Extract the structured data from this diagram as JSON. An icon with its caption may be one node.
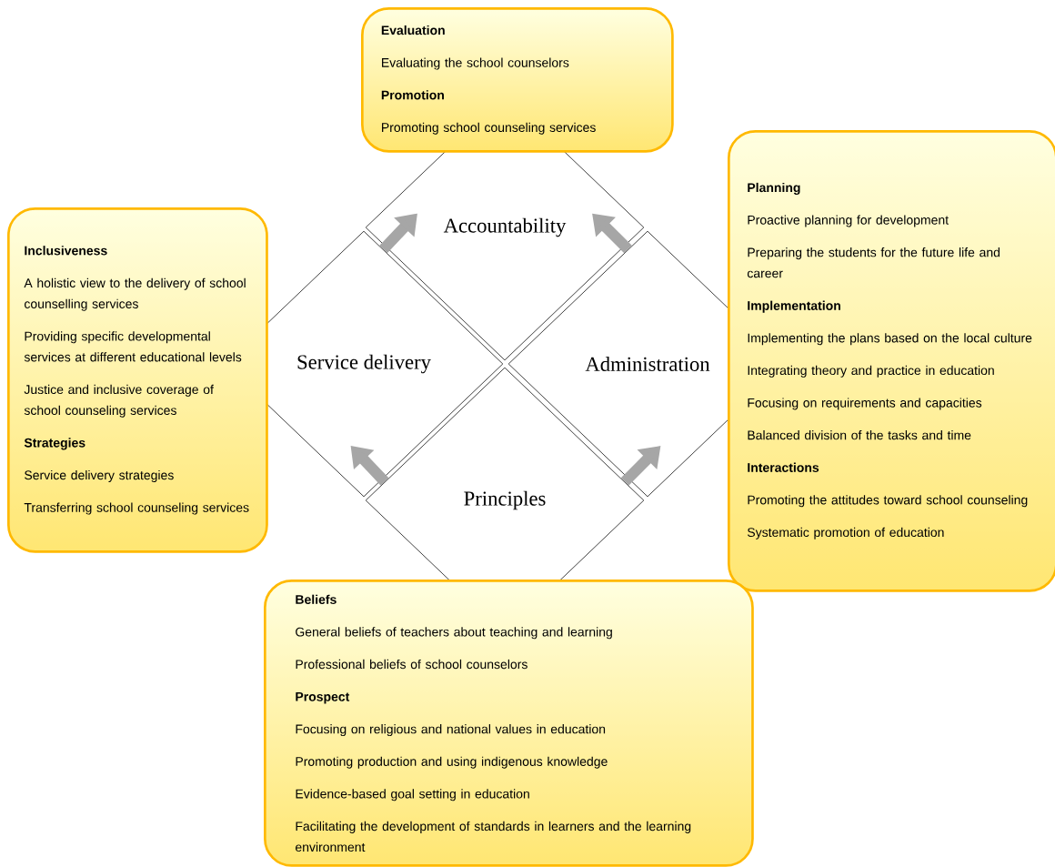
{
  "diagram": {
    "nodes": [
      {
        "text": [
          "Evaluation",
          "Evaluating the school counselors",
          "Promotion",
          "Promoting school counseling services"
        ]
      },
      {
        "text": [
          "Inclusiveness",
          "A holistic view to the delivery of school counselling services",
          "Providing specific developmental services at different educational levels",
          "Justice and inclusive coverage of school counseling services",
          "Strategies",
          "Service delivery strategies",
          "Transferring school counseling services"
        ]
      },
      {
        "text": [
          "Planning",
          "Proactive planning for development",
          "Preparing the students for the future life and career",
          "Implementation",
          "Implementing the plans based on the local culture",
          "Integrating theory and practice in education",
          "Focusing on requirements and capacities",
          "Balanced division of the tasks and time",
          "Interactions",
          "Promoting the attitudes toward school counseling",
          "Systematic promotion of education"
        ]
      },
      {
        "text": [
          "Accountability"
        ]
      },
      {
        "text": [
          "Service delivery"
        ]
      },
      {
        "text": [
          "Administration"
        ]
      },
      {
        "text": [
          "Principles"
        ]
      },
      {
        "text": [
          "Beliefs",
          "General beliefs of teachers about teaching and learning",
          "Professional beliefs of school counselors",
          "Prospect",
          "Focusing on religious and national values in education",
          "Promoting production and using indigenous knowledge",
          "Evidence-based goal setting in education",
          "Facilitating the development of standards in learners and the learning environment"
        ]
      }
    ],
    "edges": [
      {
        "from": 4,
        "to": 3,
        "arrow": "to"
      },
      {
        "from": 5,
        "to": 3,
        "arrow": "to"
      },
      {
        "from": 6,
        "to": 4,
        "arrow": "to"
      },
      {
        "from": 6,
        "to": 5,
        "arrow": "to"
      }
    ]
  }
}
